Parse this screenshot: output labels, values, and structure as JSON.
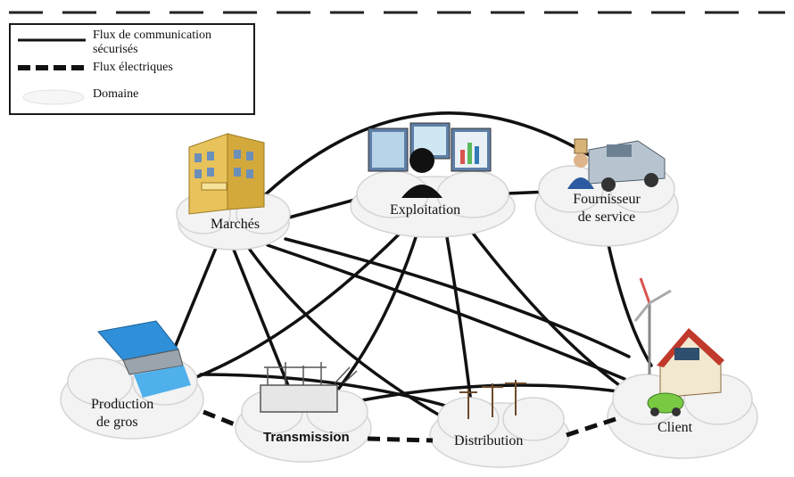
{
  "legend": {
    "secure_flow": "Flux de communication sécurisés",
    "electric_flow": "Flux électriques",
    "domain": "Domaine"
  },
  "nodes": {
    "marches": "Marchés",
    "exploitation": "Exploitation",
    "fournisseur_line1": "Fournisseur",
    "fournisseur_line2": "de service",
    "production_line1": "Production",
    "production_line2": "de gros",
    "transmission": "Transmission",
    "distribution": "Distribution",
    "client": "Client"
  },
  "colors": {
    "line": "#111111",
    "cloud_fill": "#f3f3f3",
    "cloud_stroke": "#d6d6d6",
    "water": "#2f8fd8",
    "building": "#e8c25a",
    "roof": "#c0392b",
    "car_client": "#7ac943"
  },
  "icons": [
    "market-building-icon",
    "control-room-icon",
    "service-provider-icon",
    "hydro-dam-icon",
    "substation-icon",
    "power-pole-icon",
    "house-windturbine-icon"
  ]
}
